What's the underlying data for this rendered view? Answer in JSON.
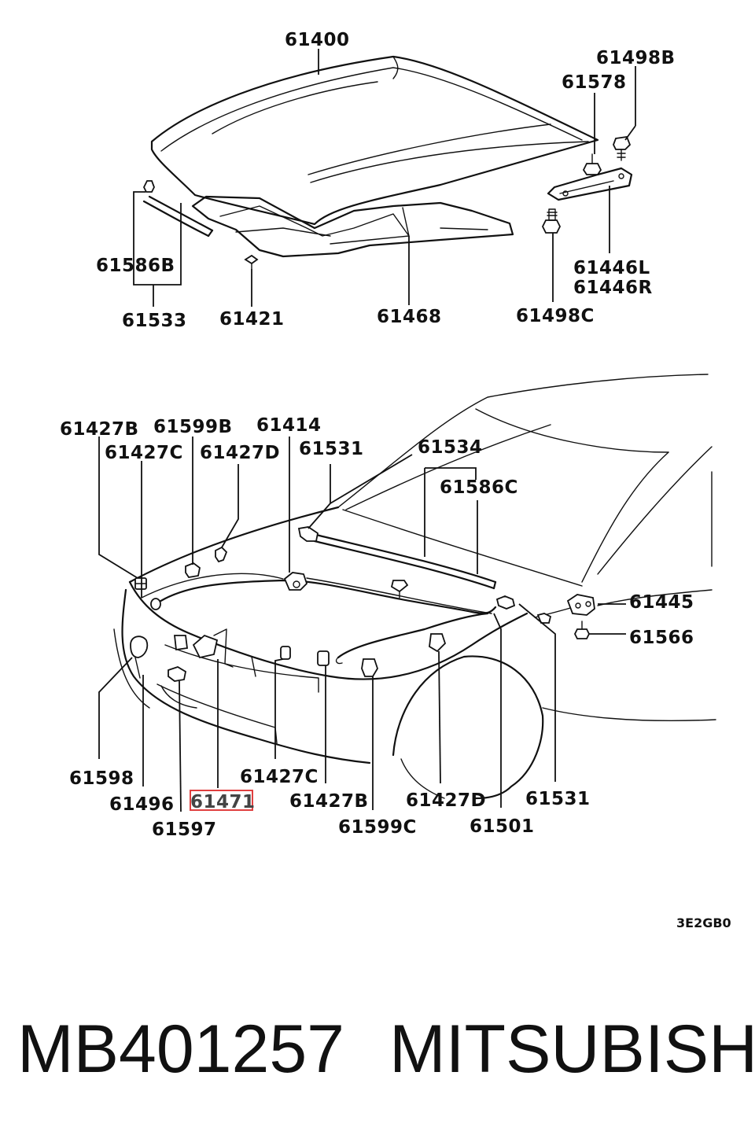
{
  "labels": {
    "l61400": "61400",
    "l61498B": "61498B",
    "l61578": "61578",
    "l61586B": "61586B",
    "l61533": "61533",
    "l61421": "61421",
    "l61468": "61468",
    "l61446L": "61446L",
    "l61446R": "61446R",
    "l61498C": "61498C",
    "l61427B_top": "61427B",
    "l61599B": "61599B",
    "l61414": "61414",
    "l61427C_top": "61427C",
    "l61427D_top": "61427D",
    "l61531_top": "61531",
    "l61534": "61534",
    "l61586C": "61586C",
    "l61445": "61445",
    "l61566": "61566",
    "l61598": "61598",
    "l61496": "61496",
    "l61471": "61471",
    "l61597": "61597",
    "l61427C_bot": "61427C",
    "l61427B_bot": "61427B",
    "l61599C": "61599C",
    "l61427D_bot": "61427D",
    "l61501": "61501",
    "l61531_bot": "61531"
  },
  "ref_code": "3E2GB0",
  "highlight_color": "#e04040",
  "footer": {
    "part_number": "MB401257",
    "brand": "MITSUBISHI"
  }
}
